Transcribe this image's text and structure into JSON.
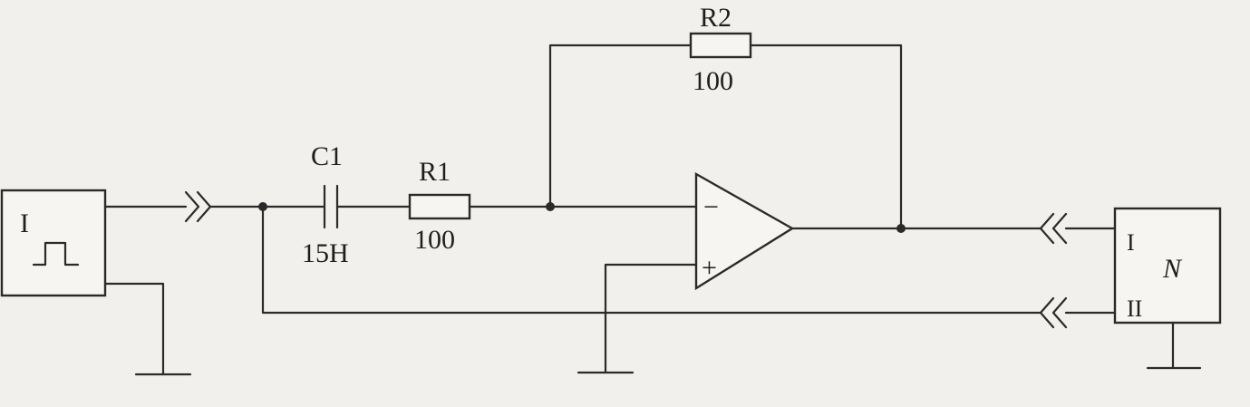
{
  "components": {
    "r2": {
      "ref": "R2",
      "value": "100"
    },
    "c1": {
      "ref": "C1",
      "value": "15H"
    },
    "r1": {
      "ref": "R1",
      "value": "100"
    },
    "opamp": {
      "minus": "−",
      "plus": "+"
    },
    "generator": {
      "port": "I"
    },
    "instrument": {
      "name": "N",
      "port1": "I",
      "port2": "II"
    }
  },
  "colors": {
    "ink": "#2a2a2a",
    "paper": "#f1f0ed"
  },
  "icons": {
    "generator": "square-pulse-icon",
    "ground": "ground-icon",
    "connector": "double-chevron-connector-icon"
  }
}
